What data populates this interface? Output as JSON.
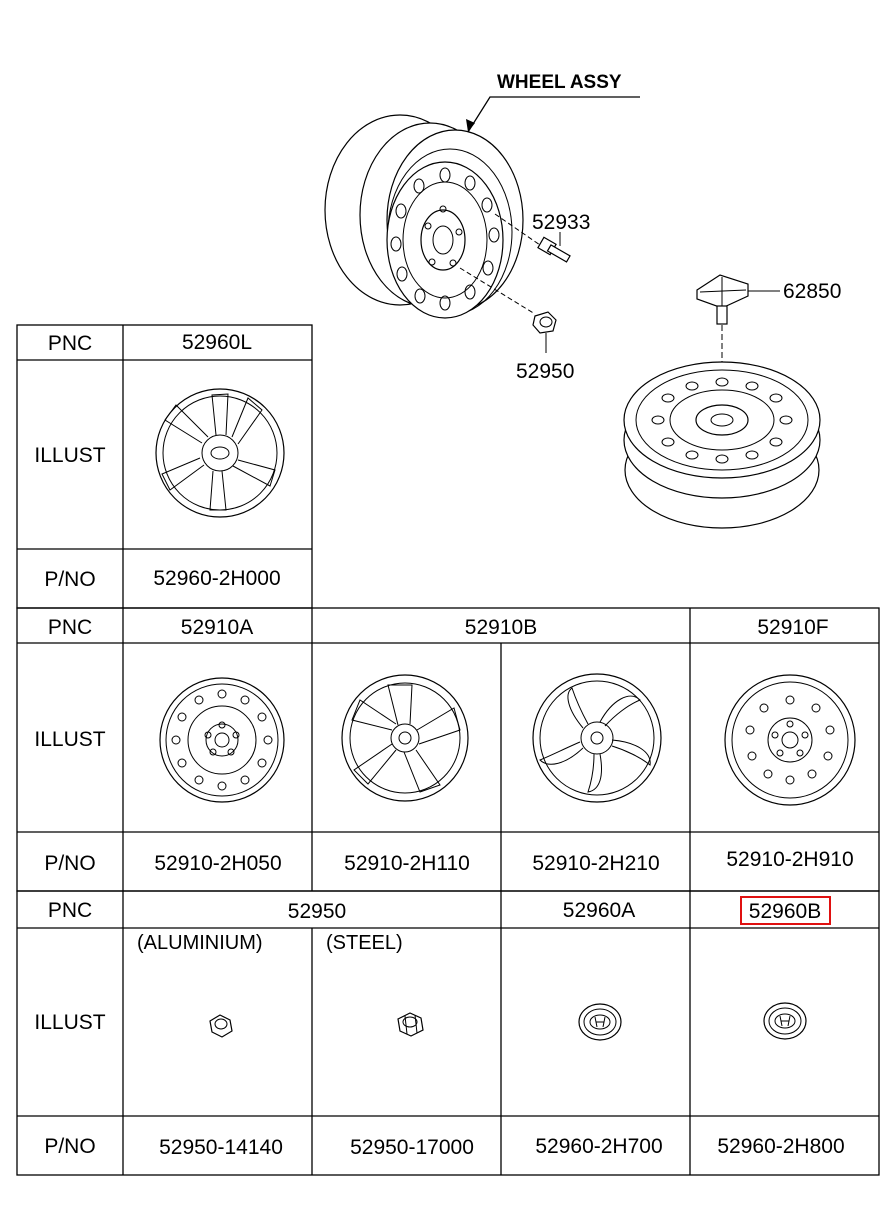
{
  "diagram": {
    "title": "WHEEL ASSY",
    "callouts": {
      "valve": "52933",
      "lug_nut": "52950",
      "spare_bolt": "62850"
    }
  },
  "table": {
    "row_labels": {
      "pnc": "PNC",
      "illust": "ILLUST",
      "pno": "P/NO"
    },
    "block1": {
      "pnc": "52960L",
      "pno": "52960-2H000"
    },
    "block2": {
      "pnc": [
        "52910A",
        "52910B",
        "52910F"
      ],
      "pno": [
        "52910-2H050",
        "52910-2H110",
        "52910-2H210",
        "52910-2H910"
      ]
    },
    "block3": {
      "pnc": [
        "52950",
        "52960A",
        "52960B"
      ],
      "notes": [
        "(ALUMINIUM)",
        "(STEEL)"
      ],
      "pno": [
        "52950-14140",
        "52950-17000",
        "52960-2H700",
        "52960-2H800"
      ]
    }
  },
  "colors": {
    "highlight": "#e01010",
    "line": "#000000"
  }
}
